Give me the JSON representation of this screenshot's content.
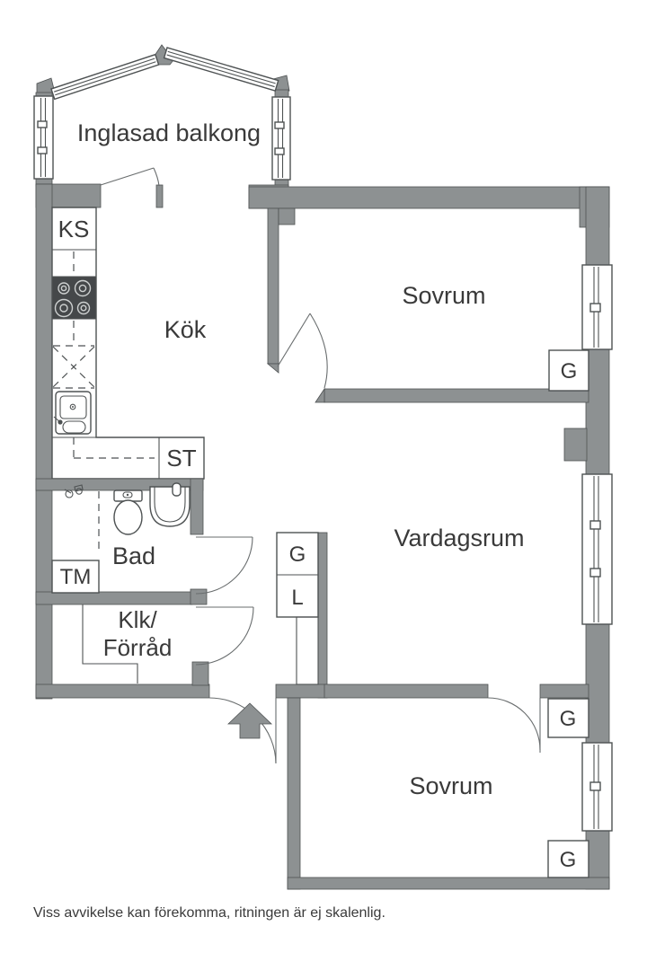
{
  "rooms": {
    "balcony": "Inglasad balkong",
    "kitchen": "Kök",
    "bedroom_top": "Sovrum",
    "living_room": "Vardagsrum",
    "bedroom_bottom": "Sovrum",
    "bathroom": "Bad",
    "closet_line1": "Klk/",
    "closet_line2": "Förråd"
  },
  "fixtures": {
    "fridge": "KS",
    "cleaning_cabinet": "ST",
    "washing_machine": "TM",
    "wardrobe": "G",
    "linen_cabinet": "L"
  },
  "footer": "Viss avvikelse kan förekomma, ritningen är ej skalenlig.",
  "colors": {
    "wall": "#8d9192",
    "line": "#4e5253",
    "text": "#3a3a3a",
    "stove": "#45484a",
    "background": "#ffffff"
  }
}
